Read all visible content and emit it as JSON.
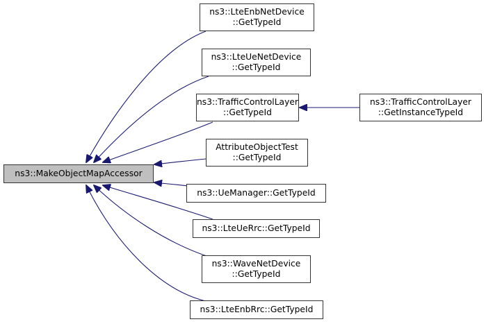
{
  "diagram": {
    "type": "doxygen-caller-graph",
    "colors": {
      "edge": "#191970",
      "node_border": "#333333",
      "root_fill": "#bfbfbf",
      "node_fill": "#ffffff"
    },
    "nodes": [
      {
        "id": "root",
        "lines": [
          "ns3::MakeObjectMapAccessor"
        ],
        "root": true
      },
      {
        "id": "lte-enb-net-device",
        "lines": [
          "ns3::LteEnbNetDevice",
          "::GetTypeId"
        ]
      },
      {
        "id": "lte-ue-net-device",
        "lines": [
          "ns3::LteUeNetDevice",
          "::GetTypeId"
        ]
      },
      {
        "id": "traffic-control-layer",
        "lines": [
          "ns3::TrafficControlLayer",
          "::GetTypeId"
        ]
      },
      {
        "id": "traffic-control-layer-instance",
        "lines": [
          "ns3::TrafficControlLayer",
          "::GetInstanceTypeId"
        ]
      },
      {
        "id": "attribute-object-test",
        "lines": [
          "AttributeObjectTest",
          "::GetTypeId"
        ]
      },
      {
        "id": "ue-manager",
        "lines": [
          "ns3::UeManager::GetTypeId"
        ]
      },
      {
        "id": "lte-ue-rrc",
        "lines": [
          "ns3::LteUeRrc::GetTypeId"
        ]
      },
      {
        "id": "wave-net-device",
        "lines": [
          "ns3::WaveNetDevice",
          "::GetTypeId"
        ]
      },
      {
        "id": "lte-enb-rrc",
        "lines": [
          "ns3::LteEnbRrc::GetTypeId"
        ]
      }
    ],
    "edges": [
      {
        "from": "lte-enb-net-device",
        "to": "root"
      },
      {
        "from": "lte-ue-net-device",
        "to": "root"
      },
      {
        "from": "traffic-control-layer",
        "to": "root"
      },
      {
        "from": "attribute-object-test",
        "to": "root"
      },
      {
        "from": "ue-manager",
        "to": "root"
      },
      {
        "from": "lte-ue-rrc",
        "to": "root"
      },
      {
        "from": "wave-net-device",
        "to": "root"
      },
      {
        "from": "lte-enb-rrc",
        "to": "root"
      },
      {
        "from": "traffic-control-layer-instance",
        "to": "traffic-control-layer"
      }
    ]
  }
}
